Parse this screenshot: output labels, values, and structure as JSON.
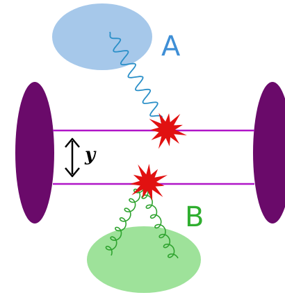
{
  "labels": {
    "source_a": "A",
    "source_b": "B",
    "separation": "y"
  },
  "colors": {
    "nucleus": "#6a0a6a",
    "string": "#b015c8",
    "blob_a": "#a6c8ea",
    "blob_b": "#9ee29a",
    "photon": "#2a8fc8",
    "gluon": "#2fa32f",
    "label_a": "#3f8fd6",
    "label_b": "#2fae2f",
    "vertex": "#e11111"
  },
  "icons": {
    "vertex_upper": "red-starburst",
    "vertex_lower": "red-starburst",
    "separation_arrow": "double-headed-vertical-arrow",
    "photon_line": "wavy-line",
    "gluon_lines": "curly-line"
  }
}
